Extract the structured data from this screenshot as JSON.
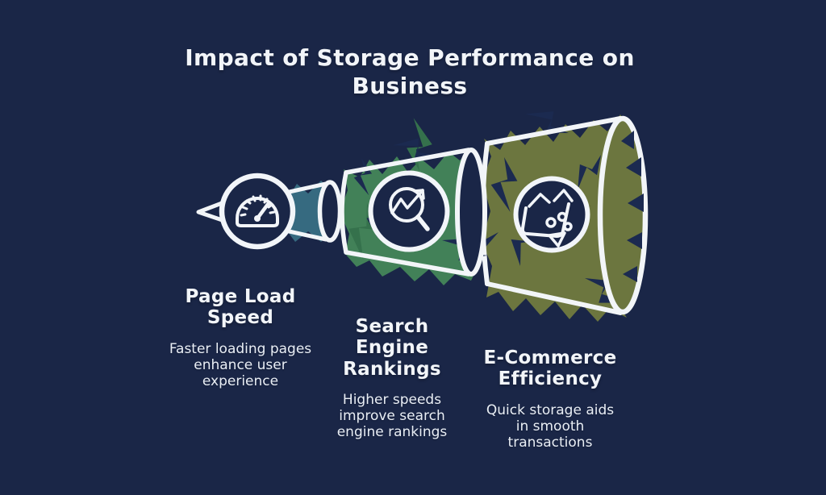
{
  "title": "Impact of Storage Performance on Business",
  "colors": {
    "background": "#1a2647",
    "text": "#f2f5f9",
    "outline_white": "#f2f5f8",
    "stage1_teal": "#366a80",
    "stage2_green": "#428158",
    "stage2_green_dark": "#35714c",
    "stage3_olive": "#6c763f",
    "stage3_olive_dark": "#596330"
  },
  "stages": [
    {
      "icon": "speedometer-icon",
      "heading": "Page Load Speed",
      "description": "Faster loading pages enhance user experience",
      "color": "#366a80"
    },
    {
      "icon": "search-trend-icon",
      "heading": "Search Engine Rankings",
      "description": "Higher speeds improve search engine rankings",
      "color": "#428158"
    },
    {
      "icon": "shopping-basket-icon",
      "heading": "E-Commerce Efficiency",
      "description": "Quick storage aids in smooth transactions",
      "color": "#6c763f"
    }
  ]
}
